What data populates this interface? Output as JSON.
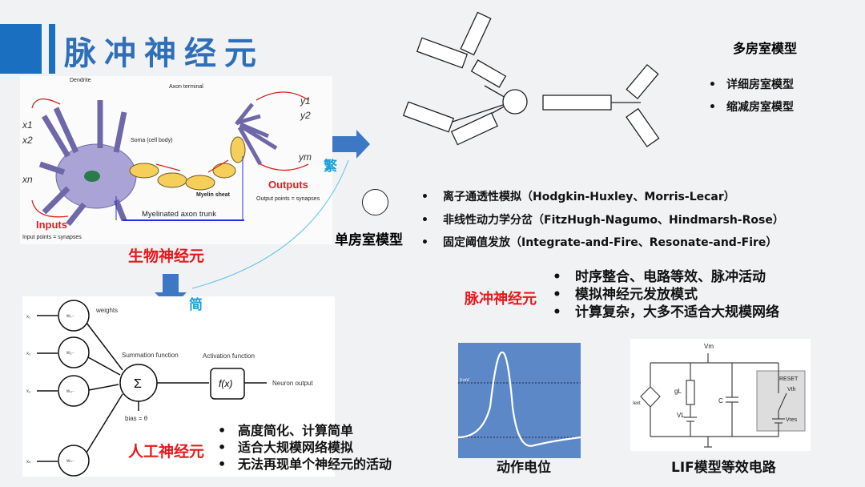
{
  "title": "脉冲神经元",
  "bio": {
    "label": "生物神经元",
    "dendrite": "Dendrite",
    "axon_terminal": "Axon terminal",
    "soma": "Soma (cell body)",
    "myelin": "Myelin sheat",
    "trunk": "Myelinated axon trunk",
    "inputs": "Inputs",
    "input_points": "Input points = synapses",
    "outputs": "Outputs",
    "output_points": "Output points = synapses",
    "x1": "x1",
    "x2": "x2",
    "xn": "xn",
    "y1": "y1",
    "y2": "y2",
    "ym": "ym"
  },
  "arrows": {
    "simple": "简",
    "complex": "繁"
  },
  "multi": {
    "label": "多房室模型",
    "items": [
      "详细房室模型",
      "缩减房室模型"
    ]
  },
  "single": {
    "label": "单房室模型",
    "items": [
      "离子通透性模拟（Hodgkin-Huxley、Morris-Lecar）",
      "非线性动力学分岔（FitzHugh-Nagumo、Hindmarsh-Rose）",
      "固定阈值发放（Integrate-and-Fire、Resonate-and-Fire）"
    ]
  },
  "snn": {
    "label": "脉冲神经元",
    "items": [
      "时序整合、电路等效、脉冲活动",
      "模拟神经元发放模式",
      "计算复杂，大多不适合大规模网络"
    ]
  },
  "ann": {
    "label": "人工神经元",
    "weights": "weights",
    "summation": "Summation function",
    "activation": "Activation function",
    "output": "Neuron output",
    "bias": "bias = θ",
    "sigma": "Σ",
    "fx": "f(x)",
    "inputs": [
      "x₁",
      "x₂",
      "x₃",
      "xₙ"
    ],
    "weight_nodes": [
      "w₁··",
      "w₂··",
      "w₃··",
      "wₙ··"
    ],
    "items": [
      "高度简化、计算简单",
      "适合大规模网络模拟",
      "无法再现单个神经元的活动"
    ]
  },
  "ap": {
    "caption": "动作电位",
    "zero": "0 mV"
  },
  "lif": {
    "caption": "LIF模型等效电路",
    "vm": "Vm",
    "gl": "gL",
    "vl": "VL",
    "c": "C",
    "iext": "Iext",
    "reset": "RESET",
    "vth": "Vth",
    "vres": "Vres"
  }
}
